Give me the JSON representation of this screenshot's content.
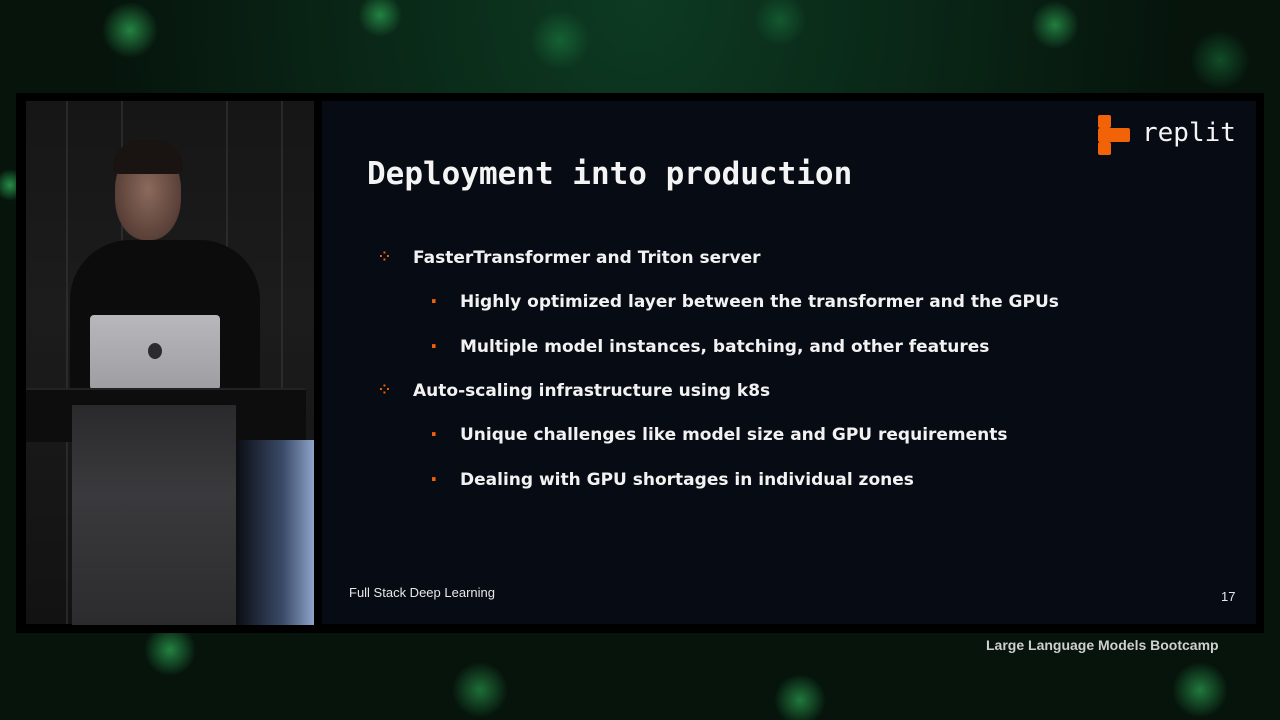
{
  "slide": {
    "title": "Deployment into production",
    "brand": "replit",
    "brand_color": "#f26207",
    "bullets": [
      {
        "text": "FasterTransformer and Triton server",
        "sub": [
          "Highly optimized layer between the transformer and the GPUs",
          "Multiple model instances, batching, and other features"
        ]
      },
      {
        "text": "Auto-scaling infrastructure using k8s",
        "sub": [
          "Unique challenges like model size and GPU requirements",
          "Dealing with GPU shortages in individual zones"
        ]
      }
    ],
    "footer": "Full Stack Deep Learning",
    "page_number": "17"
  },
  "video": {
    "watermark": "Large Language Models Bootcamp"
  }
}
